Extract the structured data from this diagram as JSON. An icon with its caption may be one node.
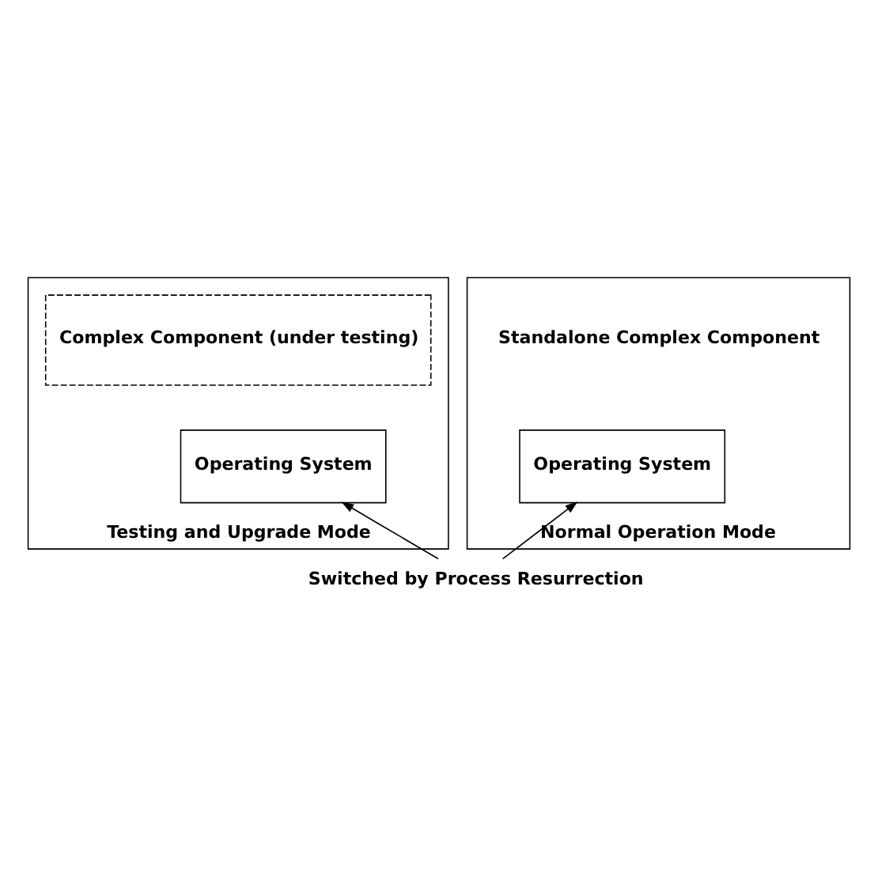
{
  "diagram": {
    "nodes": [
      {
        "text": [
          "Testing and Upgrade Mode"
        ]
      },
      {
        "text": [
          "Complex Component (under testing)"
        ],
        "in": 0
      },
      {
        "text": [
          "Operating System"
        ],
        "in": 0
      },
      {
        "text": [
          "Normal Operation Mode"
        ]
      },
      {
        "text": [
          "Standalone Complex Component"
        ],
        "in": 3
      },
      {
        "text": [
          "Operating System"
        ],
        "in": 3
      },
      {
        "text": [
          "Switched by Process Resurrection"
        ]
      }
    ],
    "edges": [
      {
        "from": 6,
        "to": 2,
        "arrow": "to"
      },
      {
        "from": 6,
        "to": 5,
        "arrow": "to"
      }
    ]
  }
}
